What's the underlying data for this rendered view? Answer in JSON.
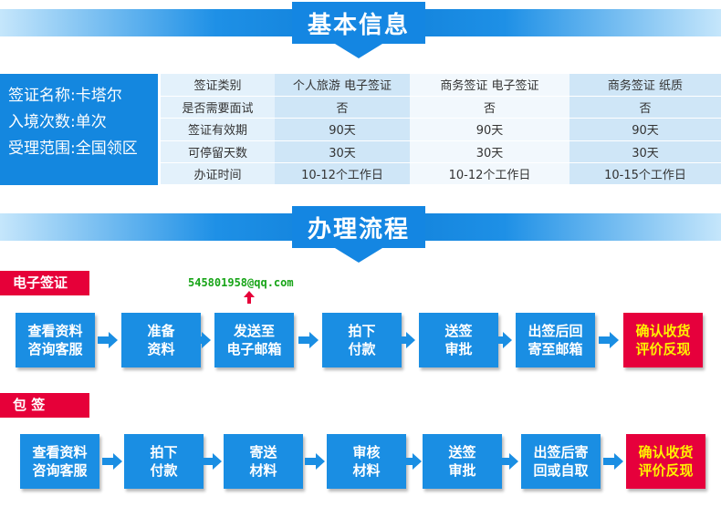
{
  "section1": {
    "title": "基本信息"
  },
  "section2": {
    "title": "办理流程"
  },
  "info": {
    "name": "签证名称:卡塔尔",
    "entries": "入境次数:单次",
    "scope": "受理范围:全国领区"
  },
  "table": {
    "rows": [
      [
        "签证类别",
        "个人旅游  电子签证",
        "商务签证  电子签证",
        "商务签证  纸质"
      ],
      [
        "是否需要面试",
        "否",
        "否",
        "否"
      ],
      [
        "签证有效期",
        "90天",
        "90天",
        "90天"
      ],
      [
        "可停留天数",
        "30天",
        "30天",
        "30天"
      ],
      [
        "办证时间",
        "10-12个工作日",
        "10-12个工作日",
        "10-15个工作日"
      ]
    ]
  },
  "flow1": {
    "tag": "电子签证",
    "email": "545801958@qq.com",
    "steps": [
      [
        "查看资料",
        "咨询客服"
      ],
      [
        "准备",
        "资料"
      ],
      [
        "发送至",
        "电子邮箱"
      ],
      [
        "拍下",
        "付款"
      ],
      [
        "送签",
        "审批"
      ],
      [
        "出签后回",
        "寄至邮箱"
      ],
      [
        "确认收货",
        "评价反现"
      ]
    ]
  },
  "flow2": {
    "tag": "包  签",
    "steps": [
      [
        "查看资料",
        "咨询客服"
      ],
      [
        "拍下",
        "付款"
      ],
      [
        "寄送",
        "材料"
      ],
      [
        "审核",
        "材料"
      ],
      [
        "送签",
        "审批"
      ],
      [
        "出签后寄",
        "回或自取"
      ],
      [
        "确认收货",
        "评价反现"
      ]
    ]
  },
  "colors": {
    "accent": "#1487df",
    "tag": "#e60039",
    "final_text": "#fff200",
    "email": "#17a417"
  }
}
